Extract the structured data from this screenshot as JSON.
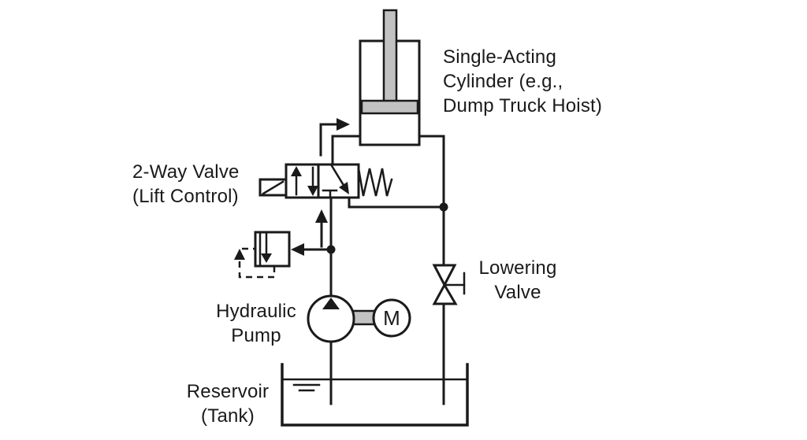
{
  "colors": {
    "line": "#1a1a1a",
    "component_gray": "#c2c2c2",
    "background": "#ffffff"
  },
  "labels": {
    "cylinder": "Single-Acting\nCylinder (e.g.,\nDump Truck Hoist)",
    "two_way_valve": "2-Way Valve\n(Lift Control)",
    "lowering_valve": "Lowering\nValve",
    "pump": "Hydraulic\nPump",
    "reservoir": "Reservoir\n(Tank)",
    "motor": "M"
  },
  "symbols": [
    "single-acting-cylinder",
    "two-way-valve-lift-control",
    "lever-actuator",
    "spring-return",
    "pressure-relief-valve",
    "hydraulic-pump",
    "electric-motor",
    "lowering-valve",
    "reservoir-tank"
  ]
}
